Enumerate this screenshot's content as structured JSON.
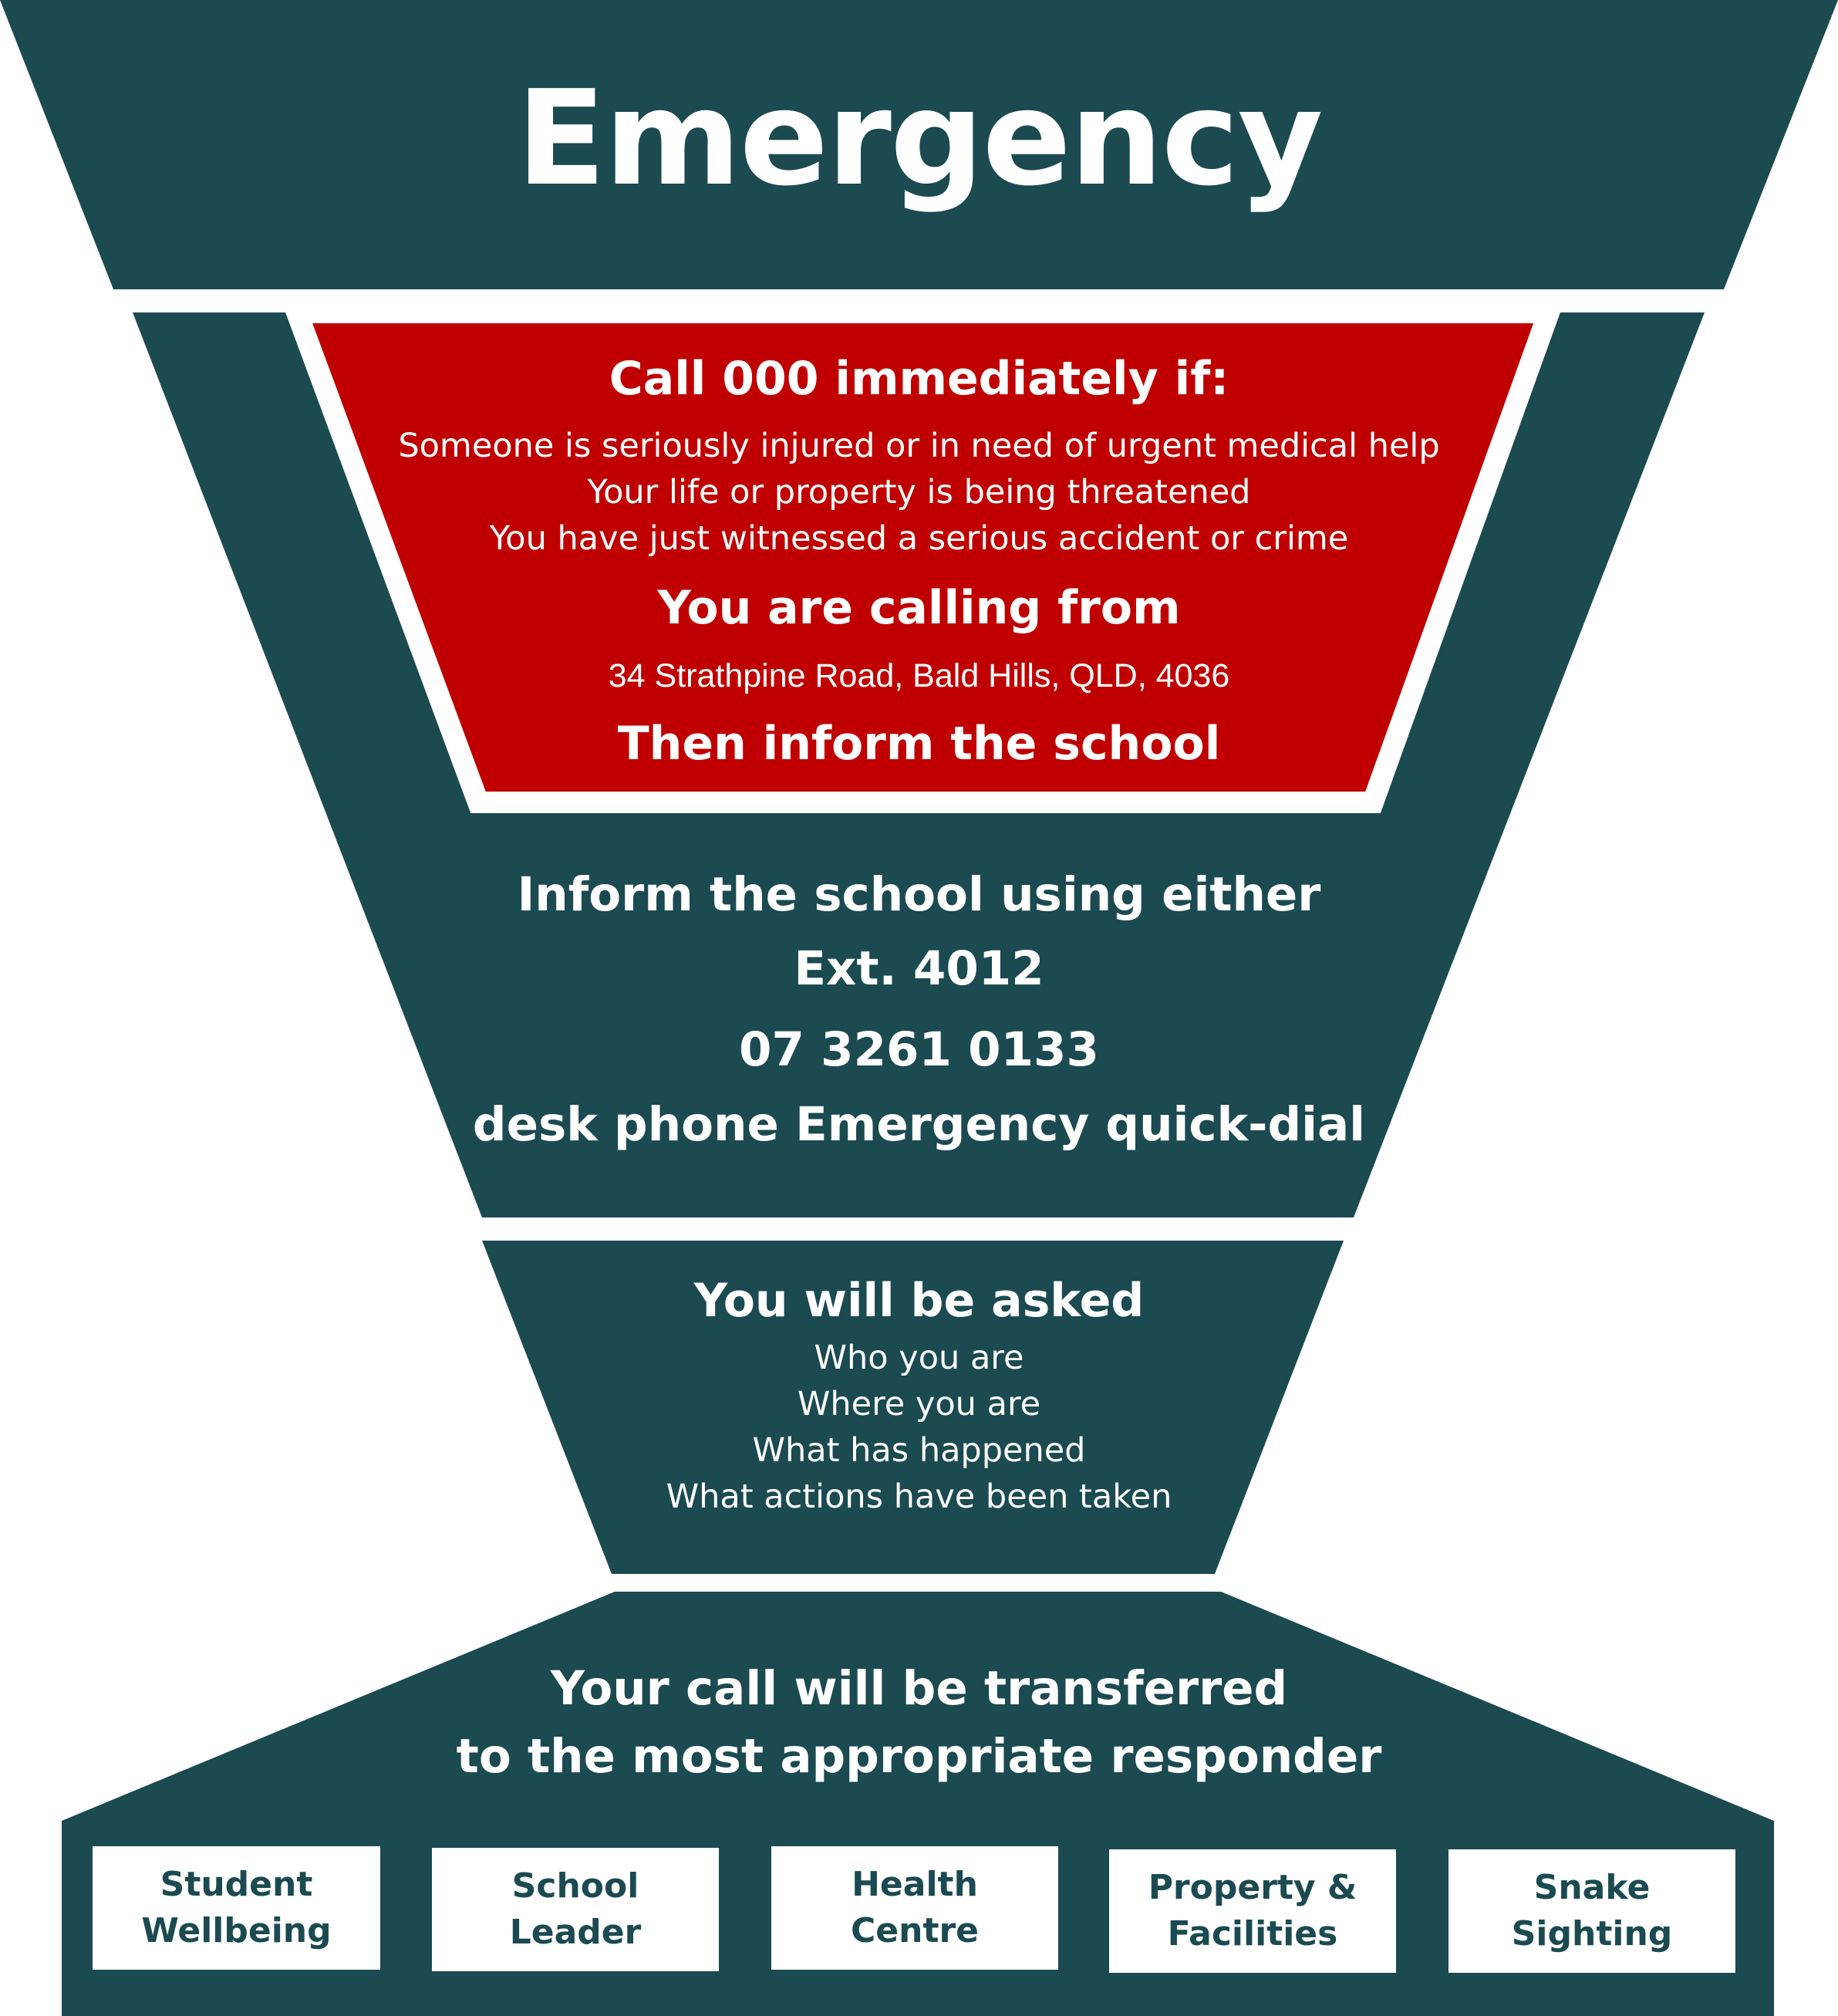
{
  "colors": {
    "teal": "#1b4a51",
    "red": "#c00000",
    "white": "#ffffff"
  },
  "title": "Emergency",
  "call_section": {
    "heading": "Call 000 immediately if:",
    "conditions": [
      "Someone is seriously injured or in need of urgent medical help",
      "Your life or property is being threatened",
      "You have just witnessed a serious accident or crime"
    ],
    "calling_from_heading": "You are calling from",
    "address": "34 Strathpine Road, Bald Hills, QLD, 4036",
    "then": "Then inform the school"
  },
  "inform_section": {
    "heading": "Inform the school using either",
    "options": [
      "Ext. 4012",
      "07 3261 0133",
      "desk phone Emergency quick-dial"
    ]
  },
  "asked_section": {
    "heading": "You will be asked",
    "items": [
      "Who you are",
      "Where you are",
      "What has happened",
      "What actions have been taken"
    ]
  },
  "transfer_section": {
    "line1": "Your call will be transferred",
    "line2": "to the most appropriate responder",
    "responders": [
      "Student\nWellbeing",
      "School\nLeader",
      "Health\nCentre",
      "Property &\nFacilities",
      "Snake\nSighting"
    ]
  }
}
